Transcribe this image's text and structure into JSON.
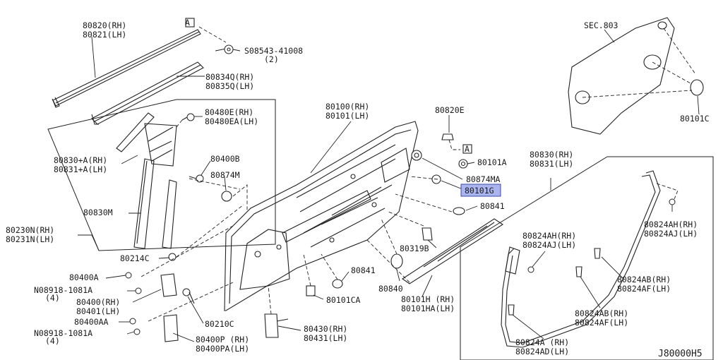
{
  "diagram_code": "J80000H5",
  "highlighted_part": "80101G",
  "callouts": [
    {
      "id": "c-80820",
      "lines": [
        "80820(RH)",
        "80821(LH)"
      ]
    },
    {
      "id": "c-08543",
      "lines": [
        "S08543-41008",
        "(2)"
      ]
    },
    {
      "id": "c-80834q",
      "lines": [
        "80834Q(RH)",
        "80835Q(LH)"
      ]
    },
    {
      "id": "c-80480e",
      "lines": [
        "80480E(RH)",
        "80480EA(LH)"
      ]
    },
    {
      "id": "c-80830a",
      "lines": [
        "80830+A(RH)",
        "80831+A(LH)"
      ]
    },
    {
      "id": "c-80400b",
      "lines": [
        "80400B"
      ]
    },
    {
      "id": "c-80874m",
      "lines": [
        "80874M"
      ]
    },
    {
      "id": "c-80830m",
      "lines": [
        "80830M"
      ]
    },
    {
      "id": "c-80230n",
      "lines": [
        "80230N(RH)",
        "80231N(LH)"
      ]
    },
    {
      "id": "c-80214c",
      "lines": [
        "80214C"
      ]
    },
    {
      "id": "c-80400a",
      "lines": [
        "80400A"
      ]
    },
    {
      "id": "c-08918a",
      "lines": [
        "N08918-1081A",
        "(4)"
      ]
    },
    {
      "id": "c-80400",
      "lines": [
        "80400(RH)",
        "80401(LH)"
      ]
    },
    {
      "id": "c-80400aa",
      "lines": [
        "80400AA"
      ]
    },
    {
      "id": "c-08918b",
      "lines": [
        "N08918-1081A",
        "(4)"
      ]
    },
    {
      "id": "c-80400p",
      "lines": [
        "80400P (RH)",
        "80400PA(LH)"
      ]
    },
    {
      "id": "c-80210c",
      "lines": [
        "80210C"
      ]
    },
    {
      "id": "c-80100",
      "lines": [
        "80100(RH)",
        "80101(LH)"
      ]
    },
    {
      "id": "c-80820e",
      "lines": [
        "80820E"
      ]
    },
    {
      "id": "c-80101a",
      "lines": [
        "80101A"
      ]
    },
    {
      "id": "c-80874ma",
      "lines": [
        "80874MA"
      ]
    },
    {
      "id": "c-80101g",
      "lines": [
        "80101G"
      ]
    },
    {
      "id": "c-80841a",
      "lines": [
        "80841"
      ]
    },
    {
      "id": "c-80319b",
      "lines": [
        "80319B"
      ]
    },
    {
      "id": "c-80841b",
      "lines": [
        "80841"
      ]
    },
    {
      "id": "c-80840",
      "lines": [
        "80840"
      ]
    },
    {
      "id": "c-80101ca",
      "lines": [
        "80101CA"
      ]
    },
    {
      "id": "c-80101h",
      "lines": [
        "80101H (RH)",
        "80101HA(LH)"
      ]
    },
    {
      "id": "c-80430",
      "lines": [
        "80430(RH)",
        "80431(LH)"
      ]
    },
    {
      "id": "c-sec803",
      "lines": [
        "SEC.803"
      ]
    },
    {
      "id": "c-80101c",
      "lines": [
        "80101C"
      ]
    },
    {
      "id": "c-80830rh",
      "lines": [
        "80830(RH)",
        "80831(LH)"
      ]
    },
    {
      "id": "c-80824ah1",
      "lines": [
        "80824AH(RH)",
        "80824AJ(LH)"
      ]
    },
    {
      "id": "c-80824ah2",
      "lines": [
        "80824AH(RH)",
        "80824AJ(LH)"
      ]
    },
    {
      "id": "c-80824ab1",
      "lines": [
        "80824AB(RH)",
        "80824AF(LH)"
      ]
    },
    {
      "id": "c-80824ab2",
      "lines": [
        "80824AB(RH)",
        "80824AF(LH)"
      ]
    },
    {
      "id": "c-80824a",
      "lines": [
        "80824A (RH)",
        "80824AD(LH)"
      ]
    }
  ],
  "reference_marks": [
    "A",
    "A"
  ]
}
